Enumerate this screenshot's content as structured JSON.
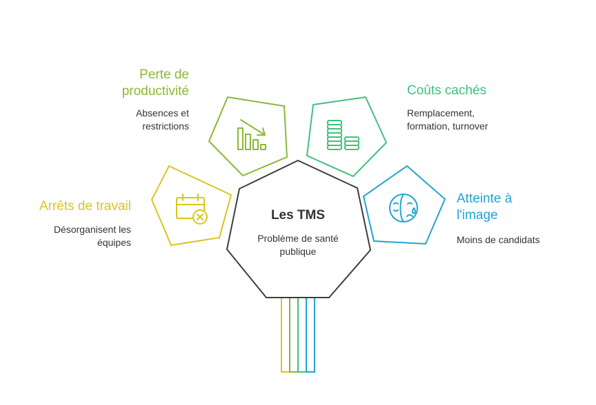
{
  "center": {
    "title": "Les TMS",
    "subtitle": "Problème de santé publique"
  },
  "branches": [
    {
      "id": "arrets",
      "title": "Arrêts de travail",
      "description": "Désorganisent les\néquipes",
      "color": "#d8c51e",
      "icon": "calendar-x-icon"
    },
    {
      "id": "productivite",
      "title": "Perte de\nproductivité",
      "description": "Absences et\nrestrictions",
      "color": "#8ab832",
      "icon": "declining-bar-chart-icon"
    },
    {
      "id": "couts",
      "title": "Coûts cachés",
      "description": "Remplacement,\nformation, turnover",
      "color": "#3cc27e",
      "icon": "coin-stacks-icon"
    },
    {
      "id": "image",
      "title": "Atteinte à\nl'image",
      "description": "Moins de candidats",
      "color": "#21a3cf",
      "icon": "sad-face-tear-icon"
    }
  ],
  "colors": {
    "outline": "#3d3d3d",
    "text_dark": "#333333"
  }
}
